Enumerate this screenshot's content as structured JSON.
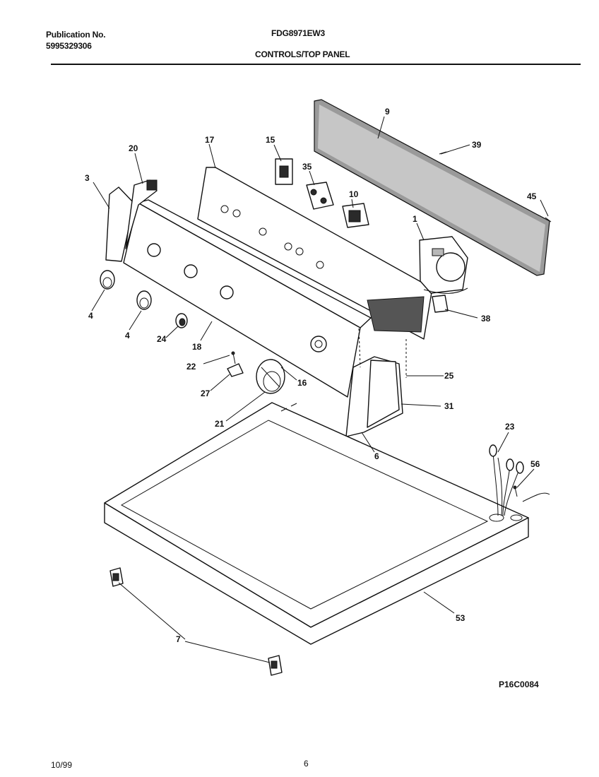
{
  "header": {
    "publication_label": "Publication No.",
    "publication_number": "5995329306",
    "model": "FDG8971EW3",
    "section": "CONTROLS/TOP PANEL"
  },
  "diagram": {
    "code": "P16C0084",
    "callouts": [
      "9",
      "39",
      "45",
      "15",
      "35",
      "10",
      "1",
      "17",
      "20",
      "3",
      "4",
      "4",
      "24",
      "18",
      "22",
      "27",
      "21",
      "16",
      "25",
      "31",
      "6",
      "38",
      "23",
      "56",
      "53",
      "7"
    ]
  },
  "footer": {
    "date": "10/99",
    "page": "6"
  }
}
